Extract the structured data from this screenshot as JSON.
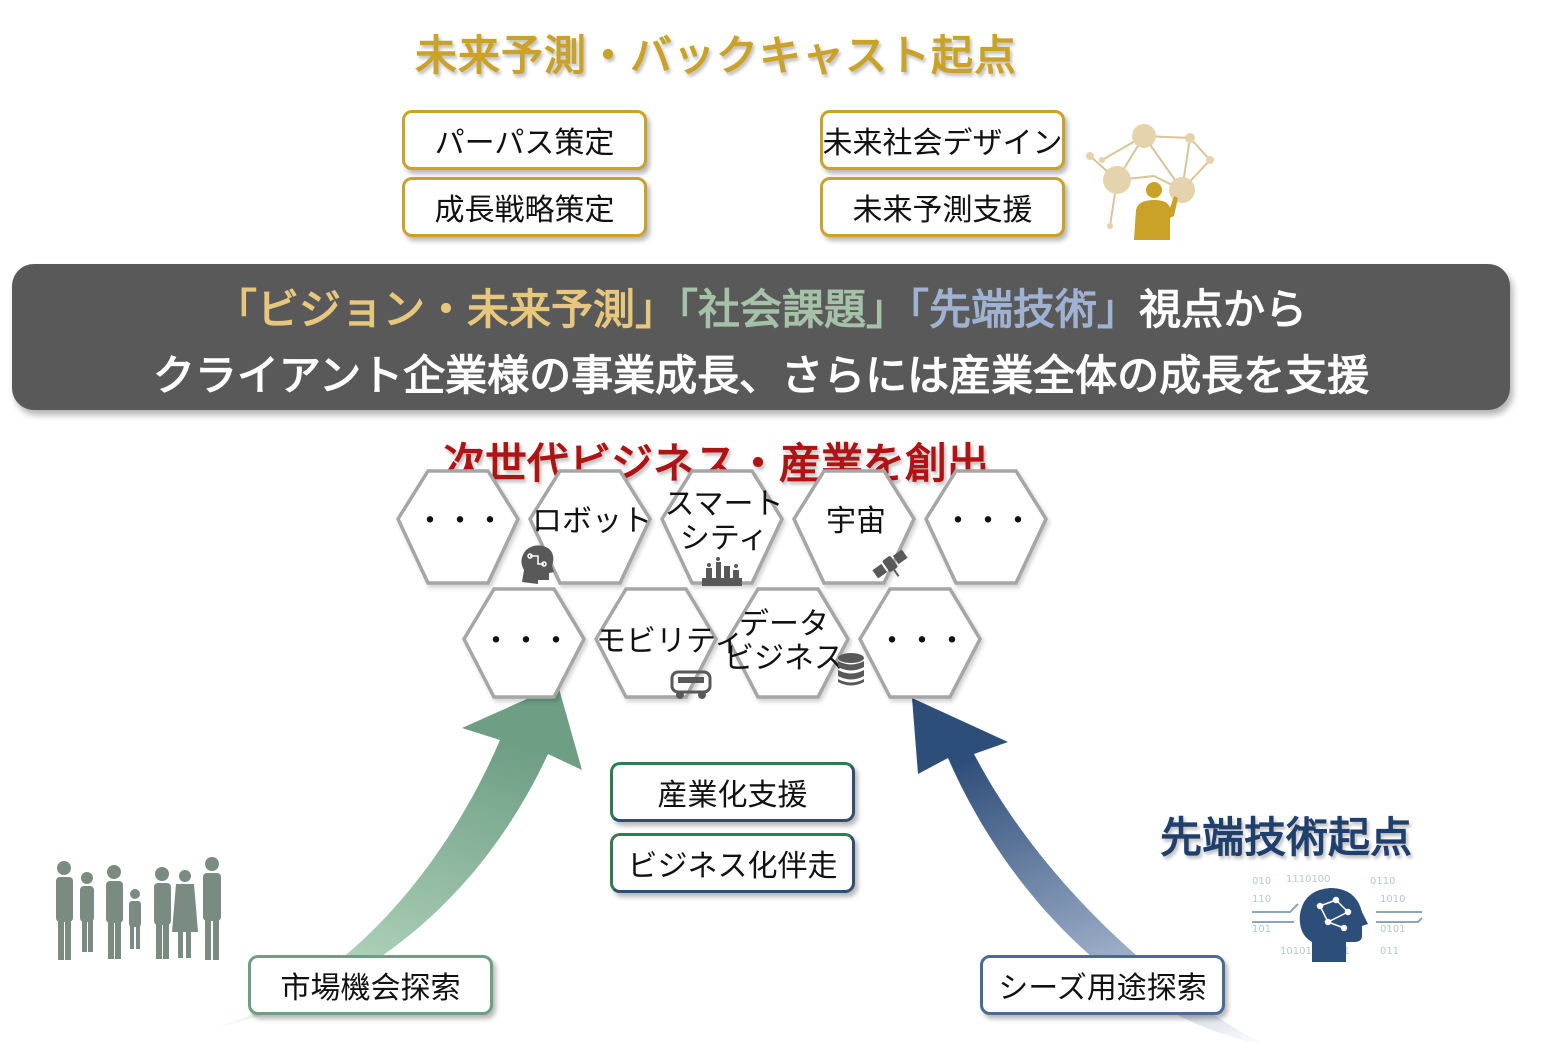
{
  "top_title": "未来予測・バックキャスト起点",
  "top_boxes": {
    "purpose": "パーパス策定",
    "growth_strategy": "成長戦略策定",
    "future_society": "未来社会デザイン",
    "future_forecast": "未来予測支援"
  },
  "banner": {
    "line1_vision": "「ビジョン・未来予測」",
    "line1_social": "「社会課題」",
    "line1_tech": "「先端技術」",
    "line1_suffix": "視点から",
    "line2": "クライアント企業様の事業成長、さらには産業全体の成長を支援"
  },
  "next_gen_title": "次世代ビジネス・産業を創出",
  "hexagons": {
    "row1": [
      "・・・",
      "ロボット",
      "スマート\nシティ",
      "宇宙",
      "・・・"
    ],
    "row2": [
      "・・・",
      "モビリティ",
      "データ\nビジネス",
      "・・・"
    ]
  },
  "center_boxes": {
    "industrialization": "産業化支援",
    "business_support": "ビジネス化伴走"
  },
  "tech_title": "先端技術起点",
  "market_box": "市場機会探索",
  "seeds_box": "シーズ用途探索",
  "colors": {
    "gold": "#c9a227",
    "banner": "#595959",
    "red": "#b01313",
    "navy": "#1f3f6c",
    "green_arrow": "#6e9e84",
    "blue_arrow": "#2e4e7a",
    "hex_border": "#a6a6a6"
  },
  "icons": [
    "network-person-icon",
    "robot-head-icon",
    "city-icon",
    "satellite-icon",
    "vehicle-icon",
    "database-icon",
    "people-group-icon",
    "ai-head-icon"
  ]
}
